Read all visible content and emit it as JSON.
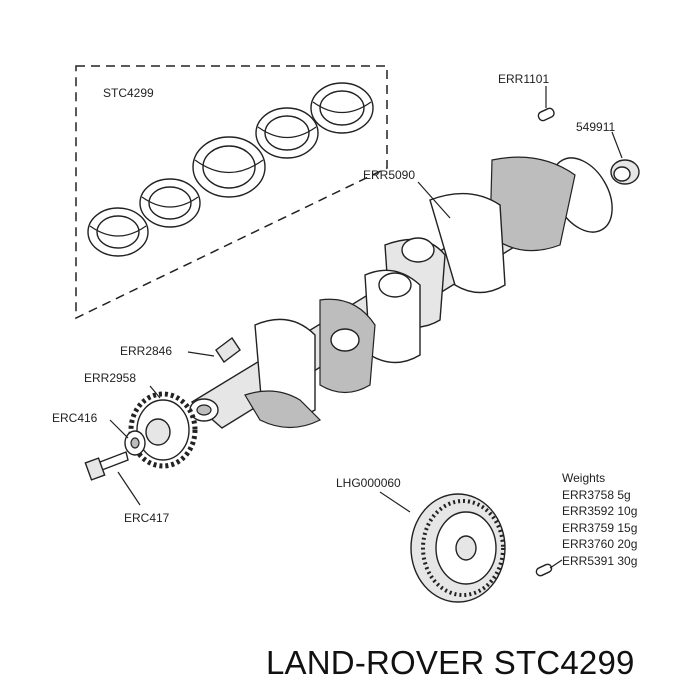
{
  "labels": {
    "bearing_set": "STC4299",
    "dowel": "ERR1101",
    "bush": "549911",
    "crankshaft": "ERR5090",
    "key": "ERR2846",
    "gear": "ERR2958",
    "washer": "ERC416",
    "bolt": "ERC417",
    "pulley": "LHG000060"
  },
  "weights": {
    "title": "Weights",
    "items": [
      "ERR3758 5g",
      "ERR3592 10g",
      "ERR3759 15g",
      "ERR3760 20g",
      "ERR5391 30g"
    ]
  },
  "footer": "LAND-ROVER STC4299"
}
